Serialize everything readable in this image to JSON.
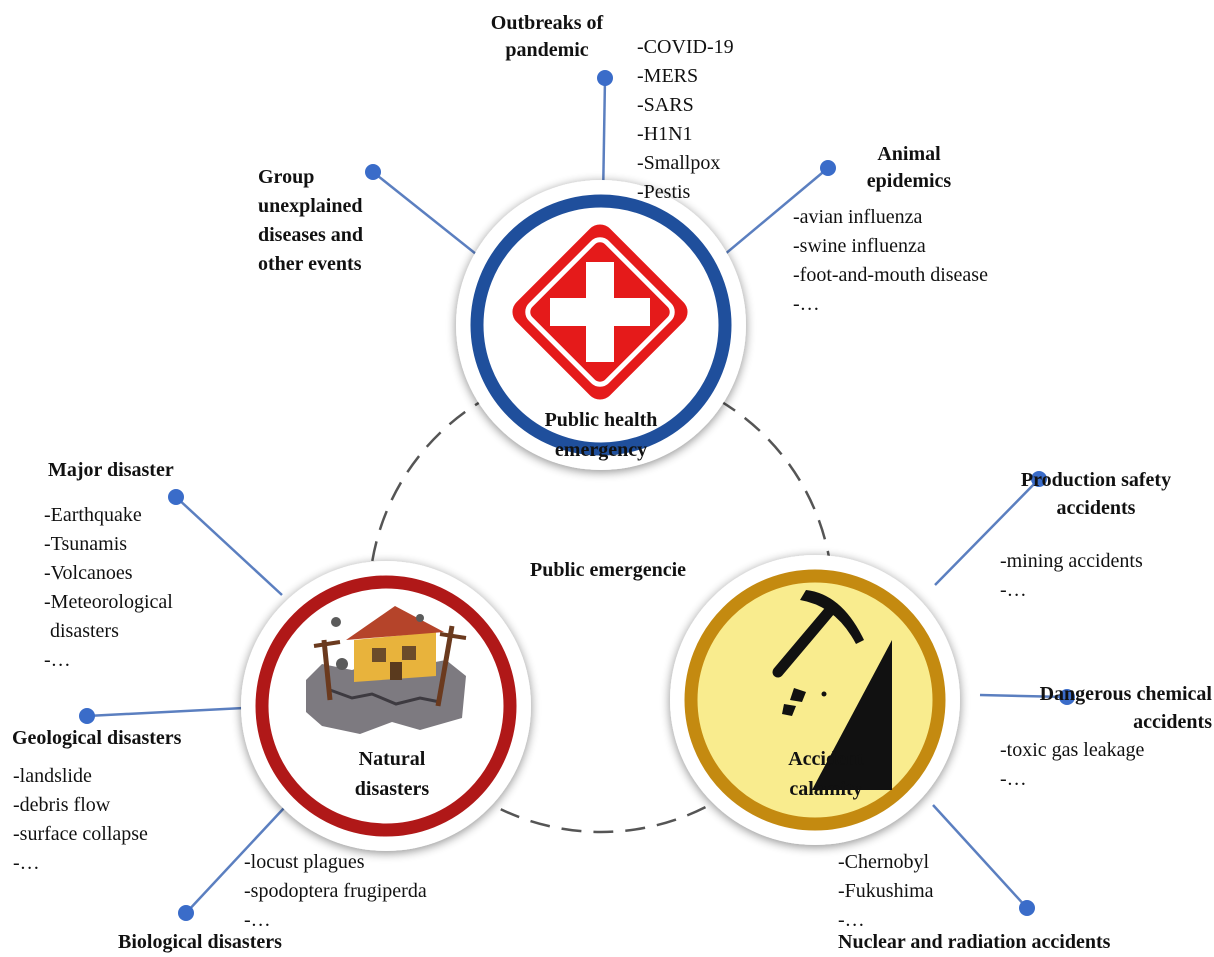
{
  "center_label": "Public emergencie",
  "public_health": {
    "label": "Public health emergency",
    "outbreaks": {
      "title": "Outbreaks of pandemic",
      "items": [
        "-COVID-19",
        "-MERS",
        "-SARS",
        "-H1N1",
        "-Smallpox",
        "-Pestis"
      ]
    },
    "group_unexplained": {
      "title": "Group unexplained diseases and other events"
    },
    "animal": {
      "title": "Animal epidemics",
      "items": [
        "-avian influenza",
        "-swine influenza",
        "-foot-and-mouth disease",
        "-…"
      ]
    }
  },
  "natural": {
    "label": "Natural disasters",
    "major": {
      "title": "Major disaster",
      "items": [
        "-Earthquake",
        "-Tsunamis",
        "-Volcanoes",
        "-Meteorological",
        "disasters",
        "-…"
      ]
    },
    "geological": {
      "title": "Geological disasters",
      "items": [
        "-landslide",
        "-debris flow",
        "-surface collapse",
        "-…"
      ]
    },
    "biological": {
      "title": "Biological disasters",
      "items": [
        "-locust plagues",
        "-spodoptera frugiperda",
        "-…"
      ]
    }
  },
  "accident": {
    "label": "Accident calamity",
    "production": {
      "title": "Production safety accidents",
      "items": [
        "-mining accidents",
        "-…"
      ]
    },
    "chemical": {
      "title": "Dangerous chemical accidents",
      "items": [
        "-toxic gas leakage",
        "-…"
      ]
    },
    "nuclear": {
      "title": "Nuclear and radiation accidents",
      "items": [
        "-Chernobyl",
        "-Fukushima",
        "-…"
      ]
    }
  },
  "colors": {
    "health_ring": "#1f4f9c",
    "natural_ring": "#b01818",
    "accident_ring": "#c48a10",
    "accident_fill": "#f9ec8e",
    "connector": "#5b7fc0",
    "dot": "#3a6cc9",
    "cross": "#e51a1a"
  }
}
